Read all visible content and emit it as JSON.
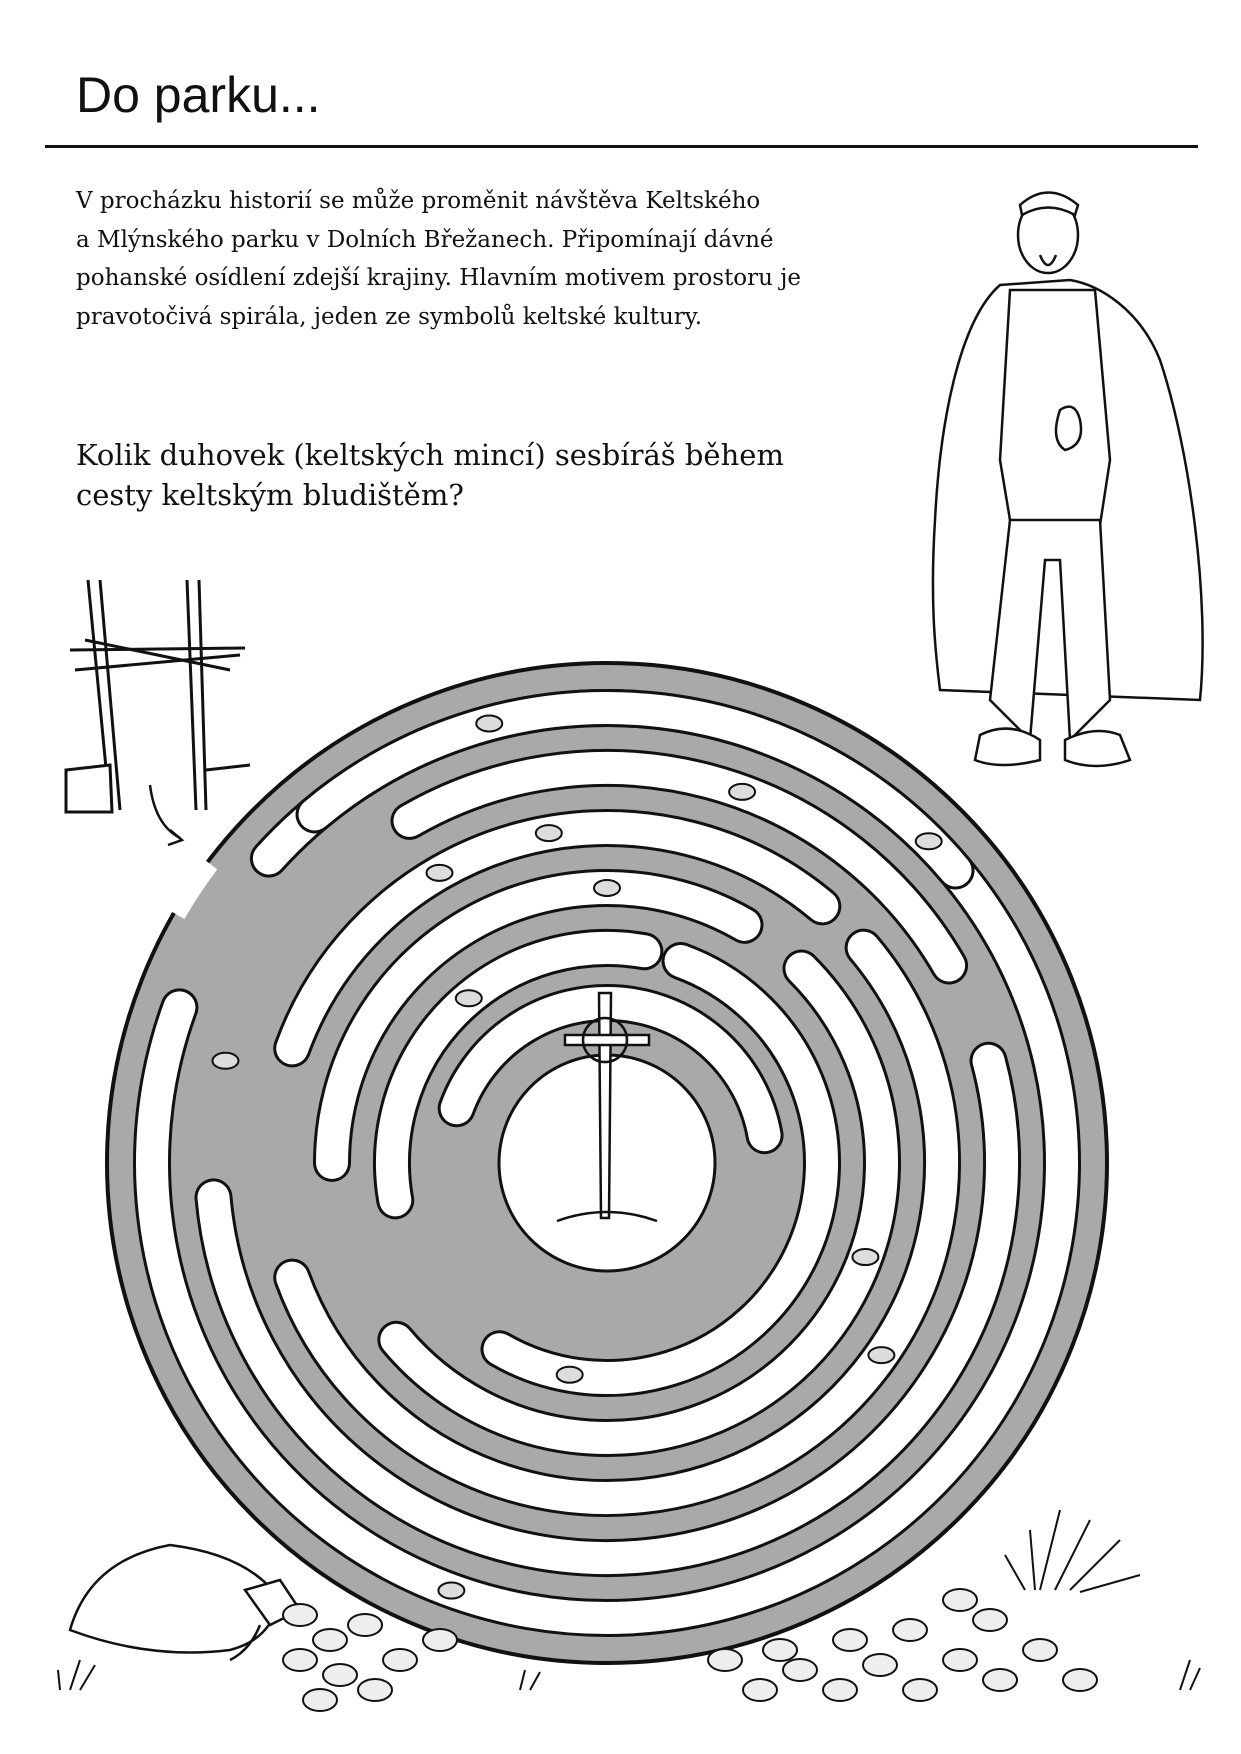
{
  "title": "Do parku...",
  "intro": {
    "lines": [
      "V procházku historií se může proměnit návštěva Keltského",
      "a Mlýnského parku v Dolních Břežanech. Připomínají dávné",
      "pohanské osídlení zdejší krajiny. Hlavním motivem prostoru je",
      "pravotočivá spirála, jeden ze symbolů keltské kultury."
    ]
  },
  "question": {
    "lines": [
      "Kolik duhovek (keltských mincí) sesbíráš během",
      "cesty keltským bludištěm?"
    ]
  },
  "colors": {
    "ink": "#111111",
    "stone": "#a9a9a9",
    "path": "#ffffff"
  },
  "illustrations": [
    "celtic-man",
    "labyrinth-maze",
    "wooden-gate",
    "coin-bag",
    "coins",
    "grass",
    "center-cross"
  ]
}
